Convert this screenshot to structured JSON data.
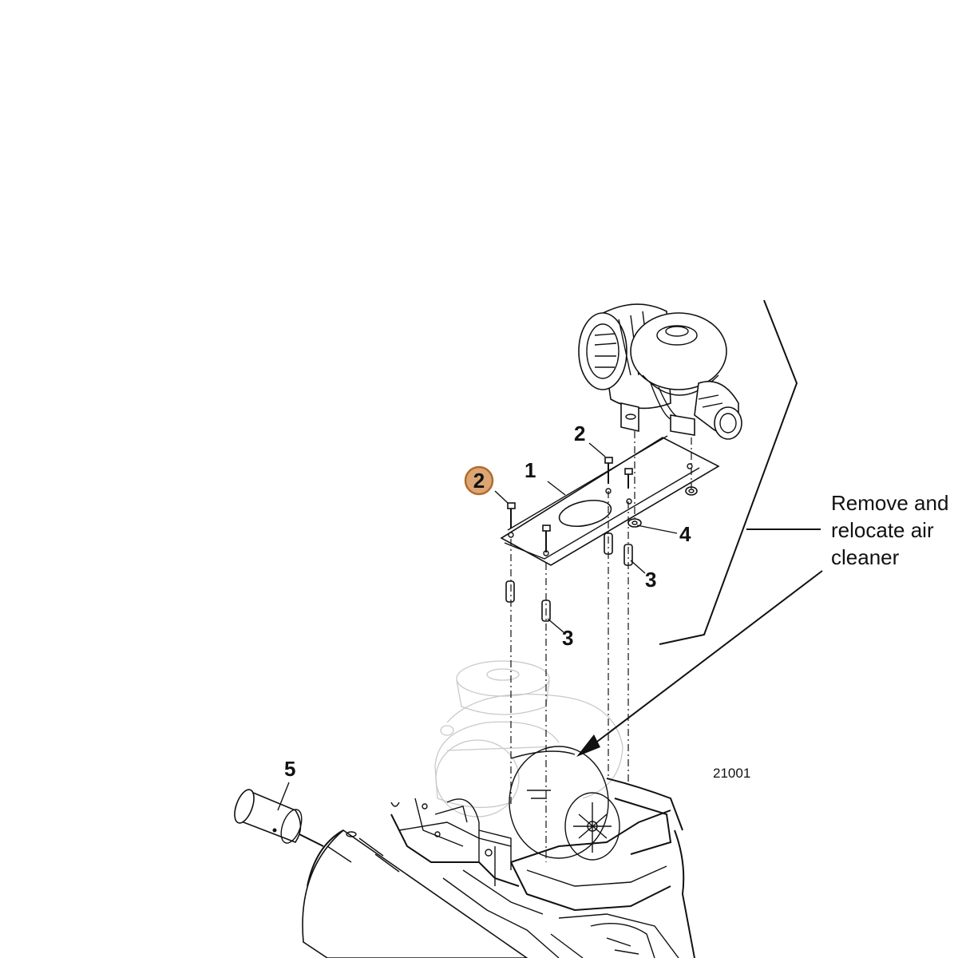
{
  "figure_number": "21001",
  "note_lines": [
    "Remove and",
    "relocate air",
    "cleaner"
  ],
  "callouts": {
    "item1": "1",
    "item2_top": "2",
    "item2_highlighted": "2",
    "item3_right": "3",
    "item3_lower": "3",
    "item4": "4",
    "item5": "5"
  },
  "colors": {
    "highlight_fill": "#dca574",
    "highlight_stroke": "#b06c2e",
    "line": "#111111",
    "ghost": "#c9c9c9"
  }
}
